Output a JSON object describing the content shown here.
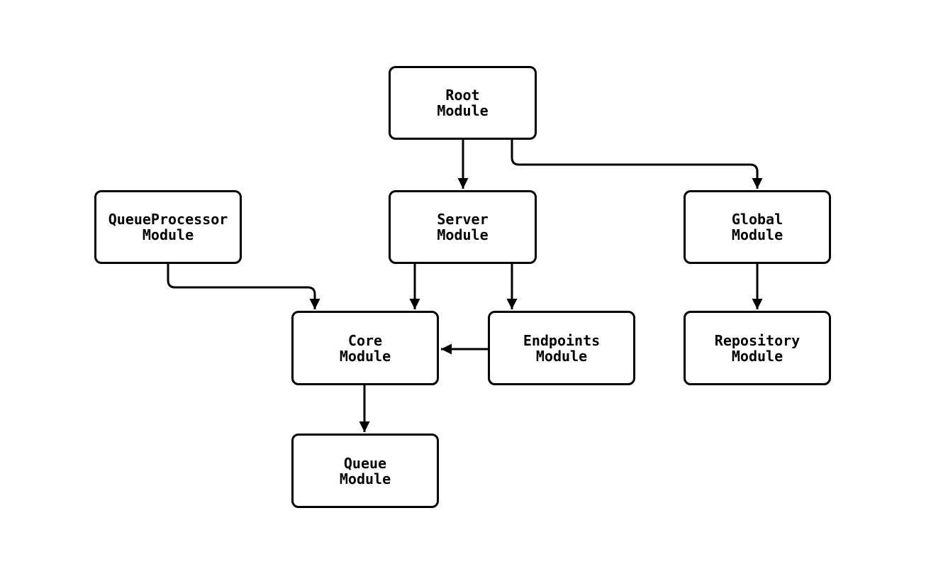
{
  "colors": {
    "background": "#ffffff",
    "node_fill": "#ffffff",
    "node_border": "#000000",
    "edge": "#000000",
    "text": "#000000"
  },
  "diagram": {
    "type": "module-dependency-flowchart",
    "nodes": {
      "root": {
        "line1": "Root",
        "line2": "Module"
      },
      "queueprocessor": {
        "line1": "QueueProcessor",
        "line2": "Module"
      },
      "server": {
        "line1": "Server",
        "line2": "Module"
      },
      "global": {
        "line1": "Global",
        "line2": "Module"
      },
      "core": {
        "line1": "Core",
        "line2": "Module"
      },
      "endpoints": {
        "line1": "Endpoints",
        "line2": "Module"
      },
      "repository": {
        "line1": "Repository",
        "line2": "Module"
      },
      "queue": {
        "line1": "Queue",
        "line2": "Module"
      }
    },
    "edges": [
      {
        "from": "Root Module",
        "to": "Server Module"
      },
      {
        "from": "Root Module",
        "to": "Global Module"
      },
      {
        "from": "QueueProcessor Module",
        "to": "Core Module"
      },
      {
        "from": "Server Module",
        "to": "Core Module"
      },
      {
        "from": "Server Module",
        "to": "Endpoints Module"
      },
      {
        "from": "Endpoints Module",
        "to": "Core Module"
      },
      {
        "from": "Global Module",
        "to": "Repository Module"
      },
      {
        "from": "Core Module",
        "to": "Queue Module"
      }
    ]
  }
}
